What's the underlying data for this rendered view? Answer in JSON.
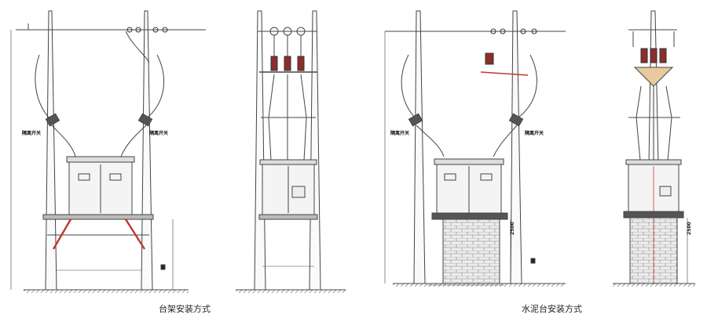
{
  "captions": {
    "left": "台架安装方式",
    "right": "水泥台安装方式"
  },
  "labels": {
    "switch_left_a": "隔离开关",
    "switch_left_b": "隔离开关",
    "switch_right_a": "隔离开关",
    "switch_right_b": "隔离开关",
    "dim_2500_a": "2500",
    "dim_2500_b": "2500"
  },
  "colors": {
    "line": "#444444",
    "bracket": "#c0392b",
    "brick": "#e6e6e6",
    "insulator": "#8b2e2e"
  }
}
